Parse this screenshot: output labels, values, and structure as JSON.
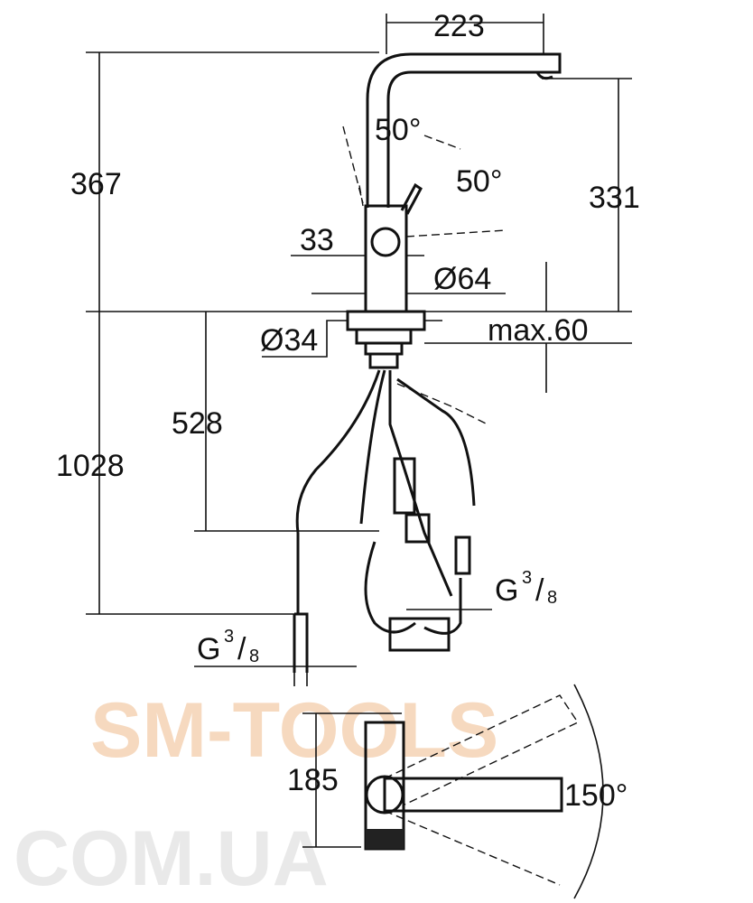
{
  "dimensions": {
    "spout_reach": "223",
    "total_height": "367",
    "spout_height": "331",
    "angle_spout": "50°",
    "angle_lever": "50°",
    "lever_width": "33",
    "body_diameter": "Ø64",
    "mount_diameter": "Ø34",
    "max_countertop": "max.60",
    "hose_length_short": "528",
    "hose_length_long": "1028",
    "connection_left": {
      "base": "G",
      "num": "3",
      "den": "8"
    },
    "connection_right": {
      "base": "G",
      "num": "3",
      "den": "8"
    },
    "top_view_depth": "185",
    "swivel_angle": "150°"
  },
  "watermark": {
    "line1": "SM-TOOLS",
    "line2": "COM.UA"
  },
  "colors": {
    "watermark": "#f6d9bf",
    "watermark2": "#e9e9e9",
    "line": "#111111"
  }
}
